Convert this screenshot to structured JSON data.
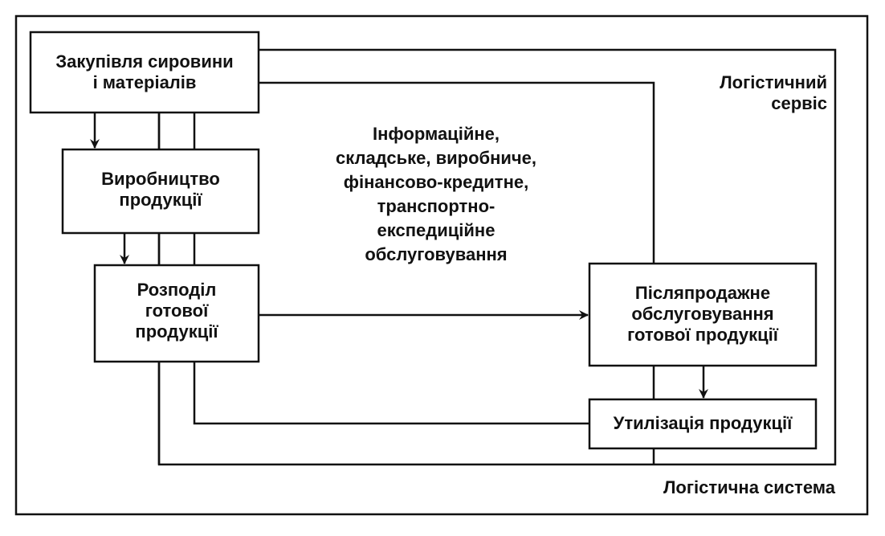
{
  "diagram": {
    "boxes": {
      "procurement": [
        "Закупівля сировини",
        "і матеріалів"
      ],
      "production": [
        "Виробництво",
        "продукції"
      ],
      "distribution": [
        "Розподіл",
        "готової",
        "продукції"
      ],
      "aftersales": [
        "Післяпродажне",
        "обслуговування",
        "готової продукції"
      ],
      "utilization": [
        "Утилізація продукції"
      ]
    },
    "center_text": [
      "Інформаційне,",
      "складське, виробниче,",
      "фінансово-кредитне,",
      "транспортно-",
      "експедиційне",
      "обслуговування"
    ],
    "labels": {
      "logistic_service": [
        "Логістичний",
        "сервіс"
      ],
      "logistic_system": "Логістична система"
    }
  }
}
